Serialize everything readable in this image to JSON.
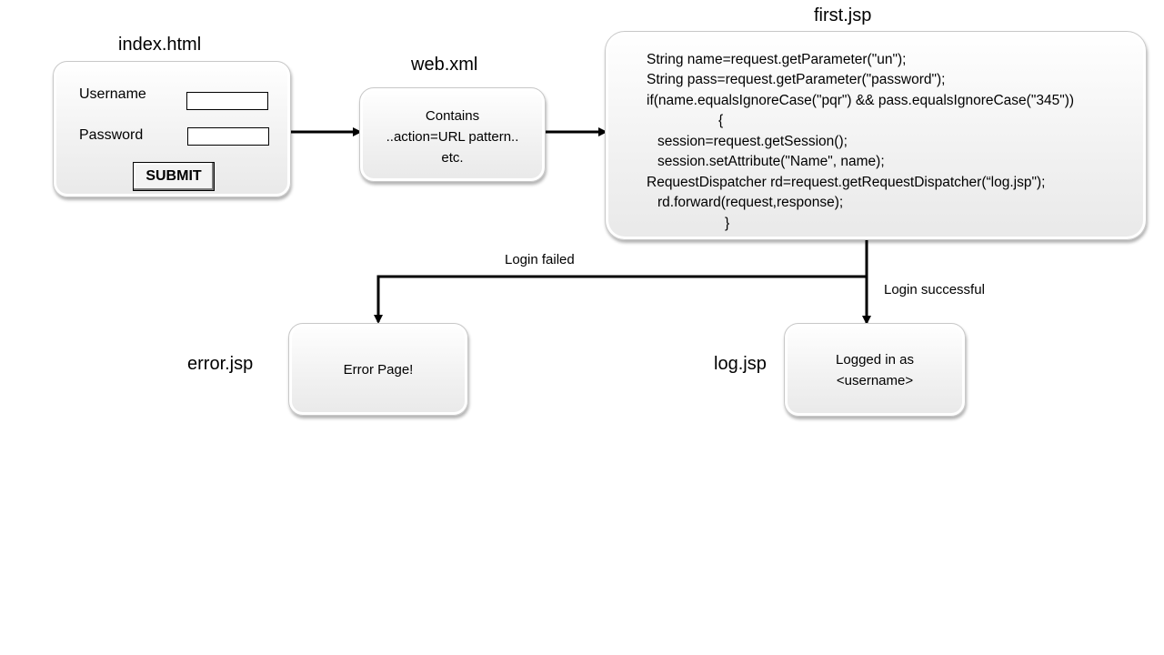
{
  "nodes": {
    "index": {
      "title": "index.html",
      "username_label": "Username",
      "password_label": "Password",
      "submit_label": "SUBMIT"
    },
    "webxml": {
      "title": "web.xml",
      "lines": [
        "Contains",
        "..action=URL pattern..",
        "etc."
      ]
    },
    "first": {
      "title": "first.jsp",
      "code": [
        "String name=request.getParameter(\"un\");",
        "String pass=request.getParameter(\"password\");",
        " if(name.equalsIgnoreCase(\"pqr\") && pass.equalsIgnoreCase(\"345\"))",
        "{",
        "session=request.getSession();",
        "session.setAttribute(\"Name\", name);",
        " RequestDispatcher  rd=request.getRequestDispatcher(“log.jsp\");",
        "rd.forward(request,response);",
        "}"
      ]
    },
    "error": {
      "title": "error.jsp",
      "text": "Error Page!"
    },
    "log": {
      "title": "log.jsp",
      "lines": [
        "Logged in as",
        "<username>"
      ]
    }
  },
  "edges": {
    "failed_label": "Login failed",
    "success_label": "Login successful"
  }
}
